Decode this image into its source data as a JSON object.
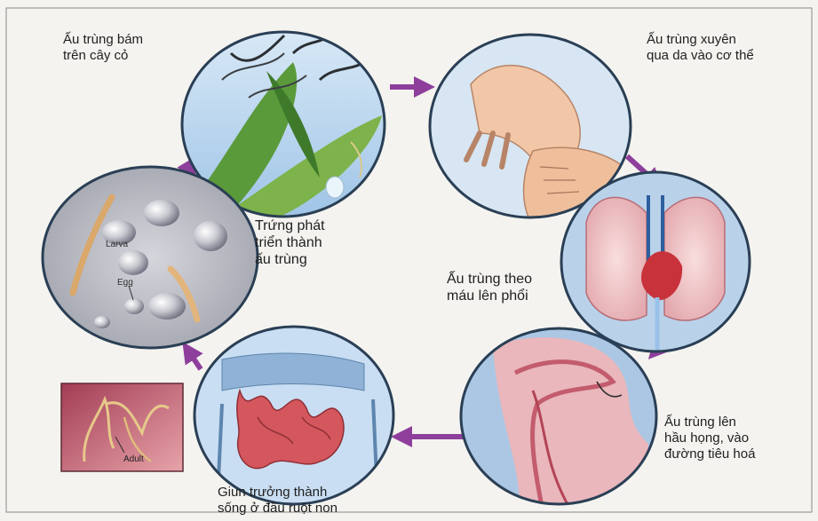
{
  "stages": [
    {
      "id": "plant",
      "label": "Ấu trùng bám\ntrên cây cỏ"
    },
    {
      "id": "skin",
      "label": "Ấu trùng xuyên\nqua da vào cơ thể"
    },
    {
      "id": "lungs",
      "label": "Ấu trùng theo\nmáu lên phổi"
    },
    {
      "id": "throat",
      "label": "Ấu trùng lên\nhầu họng, vào\nđường tiêu hoá"
    },
    {
      "id": "intestine",
      "label": "Giun trưởng thành\nsống ở đầu ruột non"
    },
    {
      "id": "eggs",
      "label": "Trứng phát\ntriển thành\nấu trùng"
    }
  ],
  "image_labels": {
    "larva": "Larva",
    "egg": "Egg",
    "adult": "Adult"
  },
  "colors": {
    "arrow": "#8e3f9c",
    "circle_edge": "#2a3f55"
  }
}
